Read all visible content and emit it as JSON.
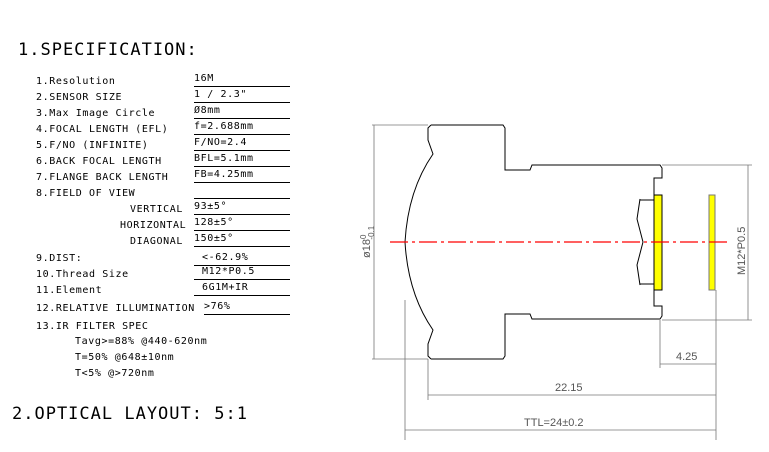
{
  "spec_title": "1.SPECIFICATION:",
  "specs": [
    {
      "label": "1.Resolution",
      "value": "16M"
    },
    {
      "label": "2.SENSOR SIZE",
      "value": "1 / 2.3\""
    },
    {
      "label": "3.Max Image Circle",
      "value": "Ø8mm"
    },
    {
      "label": "4.FOCAL LENGTH (EFL)",
      "value": "f=2.688mm"
    },
    {
      "label": "5.F/NO (INFINITE)",
      "value": "F/NO=2.4"
    },
    {
      "label": "6.BACK FOCAL LENGTH",
      "value": "BFL=5.1mm"
    },
    {
      "label": "7.FLANGE BACK LENGTH",
      "value": "FB=4.25mm"
    },
    {
      "label": "8.FIELD OF VIEW",
      "value": ""
    },
    {
      "label": "VERTICAL",
      "value": "93±5°"
    },
    {
      "label": "HORIZONTAL",
      "value": "128±5°"
    },
    {
      "label": "DIAGONAL",
      "value": "150±5°"
    },
    {
      "label": "9.DIST:",
      "value": "<-62.9%"
    },
    {
      "label": "10.Thread Size",
      "value": "M12*P0.5"
    },
    {
      "label": "11.Element",
      "value": "6G1M+IR"
    },
    {
      "label": "12.RELATIVE ILLUMINATION",
      "value": ">76%"
    }
  ],
  "ir_title": "13.IR FILTER SPEC",
  "ir_lines": [
    "Tavg>=88% @440-620nm",
    "T=50% @648±10nm",
    "T<5% @>720nm"
  ],
  "layout_title": "2.OPTICAL LAYOUT:  5:1",
  "dims": {
    "diameter": "ø18",
    "diameter_tol": "0",
    "diameter_tol_low": "-0.1",
    "thread": "M12*P0.5",
    "flange": "4.25",
    "length": "22.15",
    "ttl": "TTL=24±0.2"
  },
  "colors": {
    "axis": "#ff0000",
    "filter": "#ffff00",
    "dim": "#777777"
  }
}
